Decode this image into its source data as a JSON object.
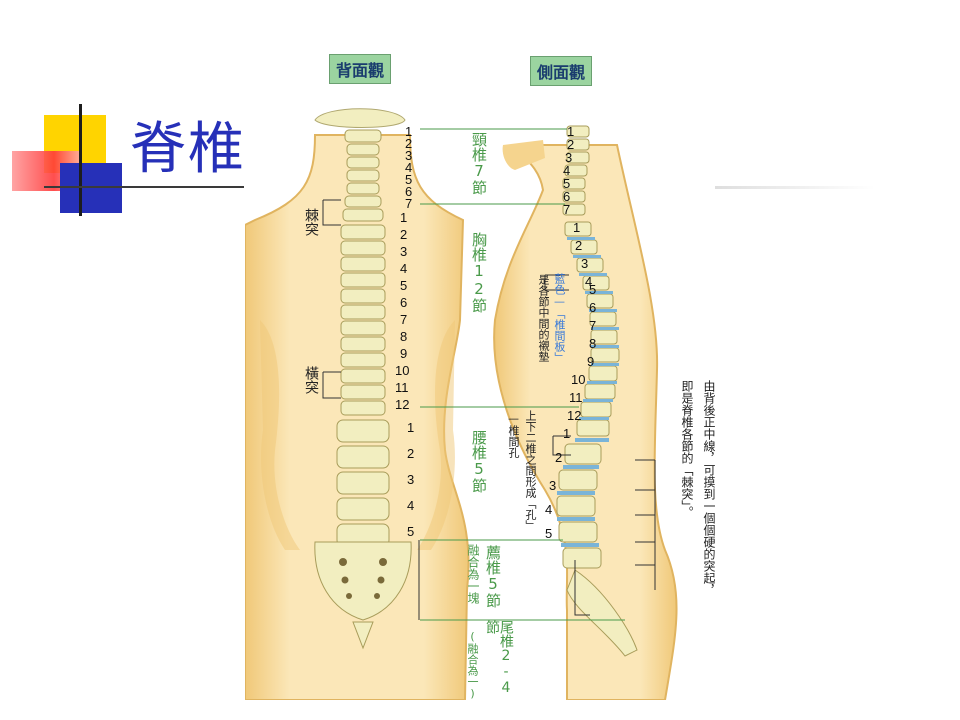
{
  "title": "脊椎",
  "views": {
    "back": "背面觀",
    "side": "側面觀"
  },
  "regions": {
    "cervical": "頸椎7節",
    "thoracic": "胸椎12節",
    "lumbar": "腰椎5節",
    "sacrum": "薦椎5節",
    "sacrum_note": "融合為一塊",
    "coccyx": "尾椎2-4節",
    "coccyx_note": "(融合為一)"
  },
  "back_labels": {
    "spinous": "棘突",
    "transverse": "橫突"
  },
  "side_labels": {
    "disc_blue": "藍色—「椎間板」",
    "disc_black": "是各節中間的襯墊",
    "foramen_name": "—椎間孔",
    "foramen_desc": "上下二椎之間形成「孔」"
  },
  "note_line1": "由背後正中線，可摸到一個個硬的突起，",
  "note_line2": "即是脊椎各節的「棘突」。",
  "numbers": {
    "cervical": [
      "1",
      "2",
      "3",
      "4",
      "5",
      "6",
      "7"
    ],
    "thoracic": [
      "1",
      "2",
      "3",
      "4",
      "5",
      "6",
      "7",
      "8",
      "9",
      "10",
      "11",
      "12"
    ],
    "lumbar": [
      "1",
      "2",
      "3",
      "4",
      "5"
    ]
  },
  "colors": {
    "title": "#2630b8",
    "bone": "#f2eec0",
    "skin": "#f5d48e",
    "disc": "#7ab4d8",
    "label_green": "#4a9a4a"
  }
}
